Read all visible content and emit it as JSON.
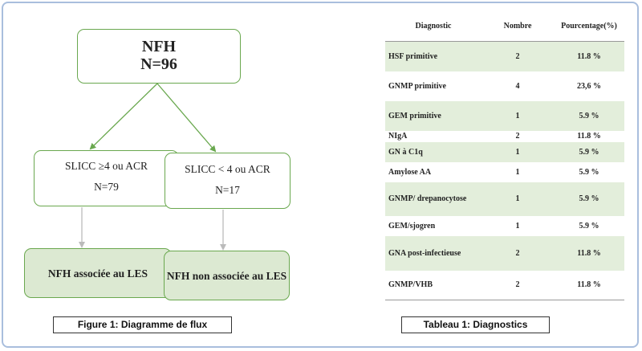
{
  "flow": {
    "root": {
      "title": "NFH",
      "count": "N=96"
    },
    "left_branch": {
      "criterion": "SLICC ≥4 ou ACR",
      "count": "N=79",
      "outcome": "NFH associée au LES"
    },
    "right_branch": {
      "criterion": "SLICC < 4 ou ACR",
      "count": "N=17",
      "outcome": "NFH non associée au LES"
    },
    "caption": "Figure 1: Diagramme de flux"
  },
  "table": {
    "headers": {
      "diagnostic": "Diagnostic",
      "nombre": "Nombre",
      "pourcentage": "Pourcentage(%)"
    },
    "rows": [
      {
        "diagnostic": "HSF primitive",
        "nombre": "2",
        "pourcentage": "11.8 %",
        "shaded": true
      },
      {
        "diagnostic": "GNMP primitive",
        "nombre": "4",
        "pourcentage": "23,6 %",
        "shaded": false
      },
      {
        "diagnostic": "GEM primitive",
        "nombre": "1",
        "pourcentage": "5.9 %",
        "shaded": true
      },
      {
        "diagnostic": "NIgA",
        "nombre": "2",
        "pourcentage": "11.8 %",
        "shaded": false
      },
      {
        "diagnostic": "GN à C1q",
        "nombre": "1",
        "pourcentage": "5.9 %",
        "shaded": true
      },
      {
        "diagnostic": "Amylose AA",
        "nombre": "1",
        "pourcentage": "5.9 %",
        "shaded": false
      },
      {
        "diagnostic": "GNMP/ drepanocytose",
        "nombre": "1",
        "pourcentage": "5.9 %",
        "shaded": true
      },
      {
        "diagnostic": "GEM/sjogren",
        "nombre": "1",
        "pourcentage": "5.9 %",
        "shaded": false
      },
      {
        "diagnostic": "GNA post-infectieuse",
        "nombre": "2",
        "pourcentage": "11.8 %",
        "shaded": true
      },
      {
        "diagnostic": "GNMP/VHB",
        "nombre": "2",
        "pourcentage": "11.8 %",
        "shaded": false
      }
    ],
    "caption": "Tableau 1: Diagnostics"
  },
  "colors": {
    "box_border": "#6aa84f",
    "leaf_fill": "#dce9d2",
    "row_shade": "#e3eedb",
    "arrow_green": "#6aa84f",
    "arrow_grey": "#bbbbbb",
    "frame_border": "#a9bedd"
  }
}
